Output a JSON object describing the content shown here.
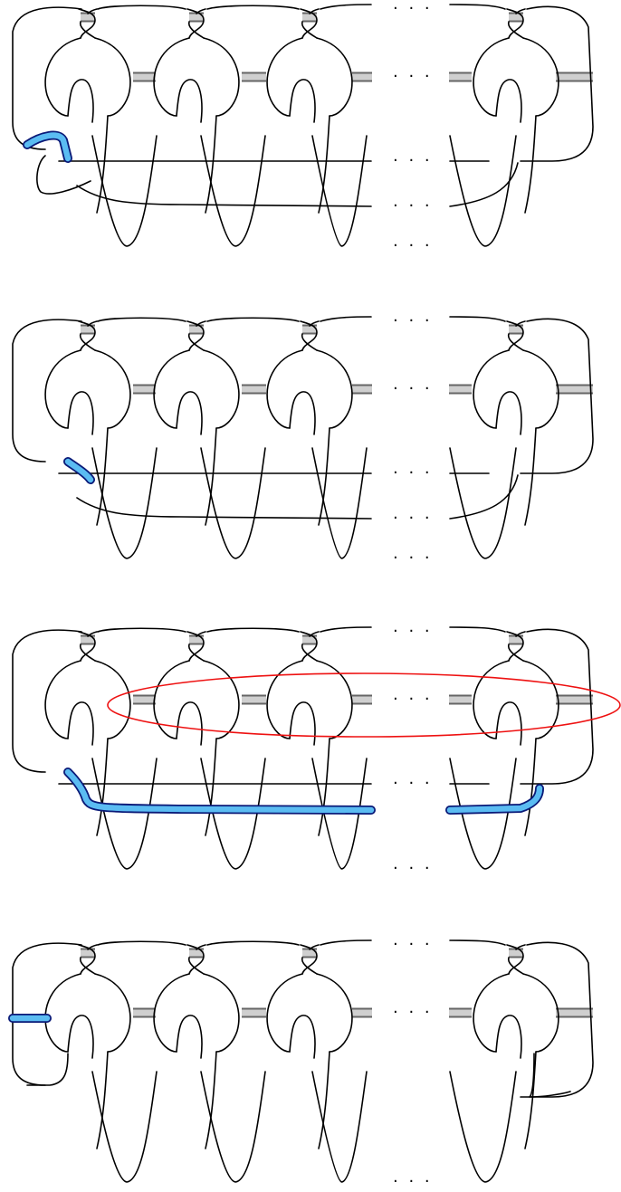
{
  "panels": [
    {
      "id": "panel-1",
      "tube": "small-loop"
    },
    {
      "id": "panel-2",
      "tube": "short-arc"
    },
    {
      "id": "panel-3",
      "tube": "long-arc",
      "circle": true
    },
    {
      "id": "panel-4",
      "tube": "side-stub"
    }
  ],
  "ellipsis": "· · ·",
  "colors": {
    "band_fill": "#cfcfcf",
    "band_edge": "#666666",
    "tube_fill": "#5bbcf2",
    "tube_edge": "#0a1a78",
    "circle": "#ee1111",
    "strand": "#000000"
  }
}
